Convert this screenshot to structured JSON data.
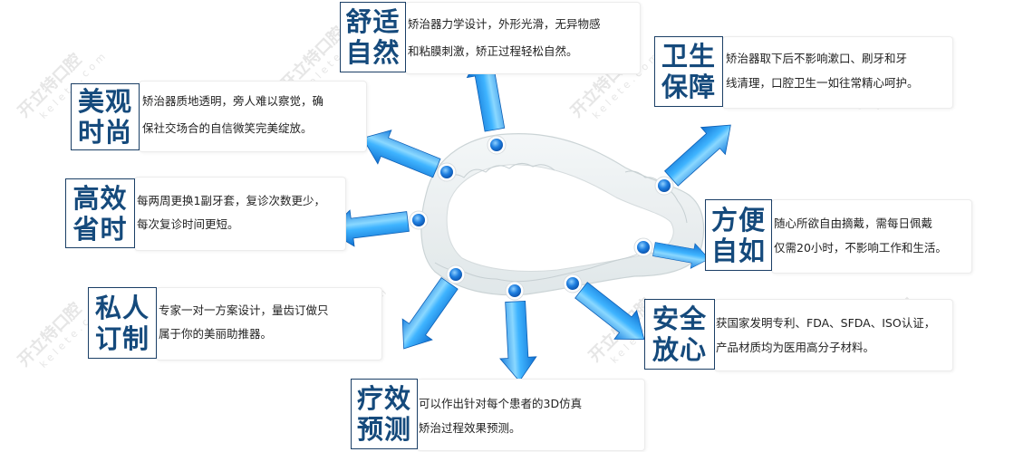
{
  "watermark": {
    "text": "开立特口腔",
    "sub": "kelete.com"
  },
  "colors": {
    "label_text": "#154a7c",
    "label_border": "#1b3f66",
    "arrow": "#1e90e8",
    "arrow_light": "#5cc0ff",
    "dot": "#1a6fd0"
  },
  "features": [
    {
      "id": "comfort",
      "title_line1": "舒适",
      "title_line2": "自然",
      "desc_line1": "矫治器力学设计，外形光滑，无异物感",
      "desc_line2": "和粘膜刺激，矫正过程轻松自然。"
    },
    {
      "id": "beauty",
      "title_line1": "美观",
      "title_line2": "时尚",
      "desc_line1": "矫治器质地透明，旁人难以察觉，确",
      "desc_line2": "保社交场合的自信微笑完美绽放。"
    },
    {
      "id": "hygiene",
      "title_line1": "卫生",
      "title_line2": "保障",
      "desc_line1": "矫治器取下后不影响漱口、刷牙和牙",
      "desc_line2": "线清理，口腔卫生一如往常精心呵护。"
    },
    {
      "id": "efficiency",
      "title_line1": "高效",
      "title_line2": "省时",
      "desc_line1": "每两周更换1副牙套，复诊次数更少，",
      "desc_line2": "每次复诊时间更短。"
    },
    {
      "id": "convenience",
      "title_line1": "方便",
      "title_line2": "自如",
      "desc_line1": "随心所欲自由摘戴，需每日佩戴",
      "desc_line2": "仅需20小时，不影响工作和生活。"
    },
    {
      "id": "custom",
      "title_line1": "私人",
      "title_line2": "订制",
      "desc_line1": "专家一对一方案设计，量齿订做只",
      "desc_line2": "属于你的美丽助推器。"
    },
    {
      "id": "safety",
      "title_line1": "安全",
      "title_line2": "放心",
      "desc_line1": "获国家发明专利、FDA、SFDA、ISO认证，",
      "desc_line2": "产品材质均为医用高分子材料。"
    },
    {
      "id": "prediction",
      "title_line1": "疗效",
      "title_line2": "预测",
      "desc_line1": "可以作出针对每个患者的3D仿真",
      "desc_line2": "矫治过程效果预测。"
    }
  ]
}
